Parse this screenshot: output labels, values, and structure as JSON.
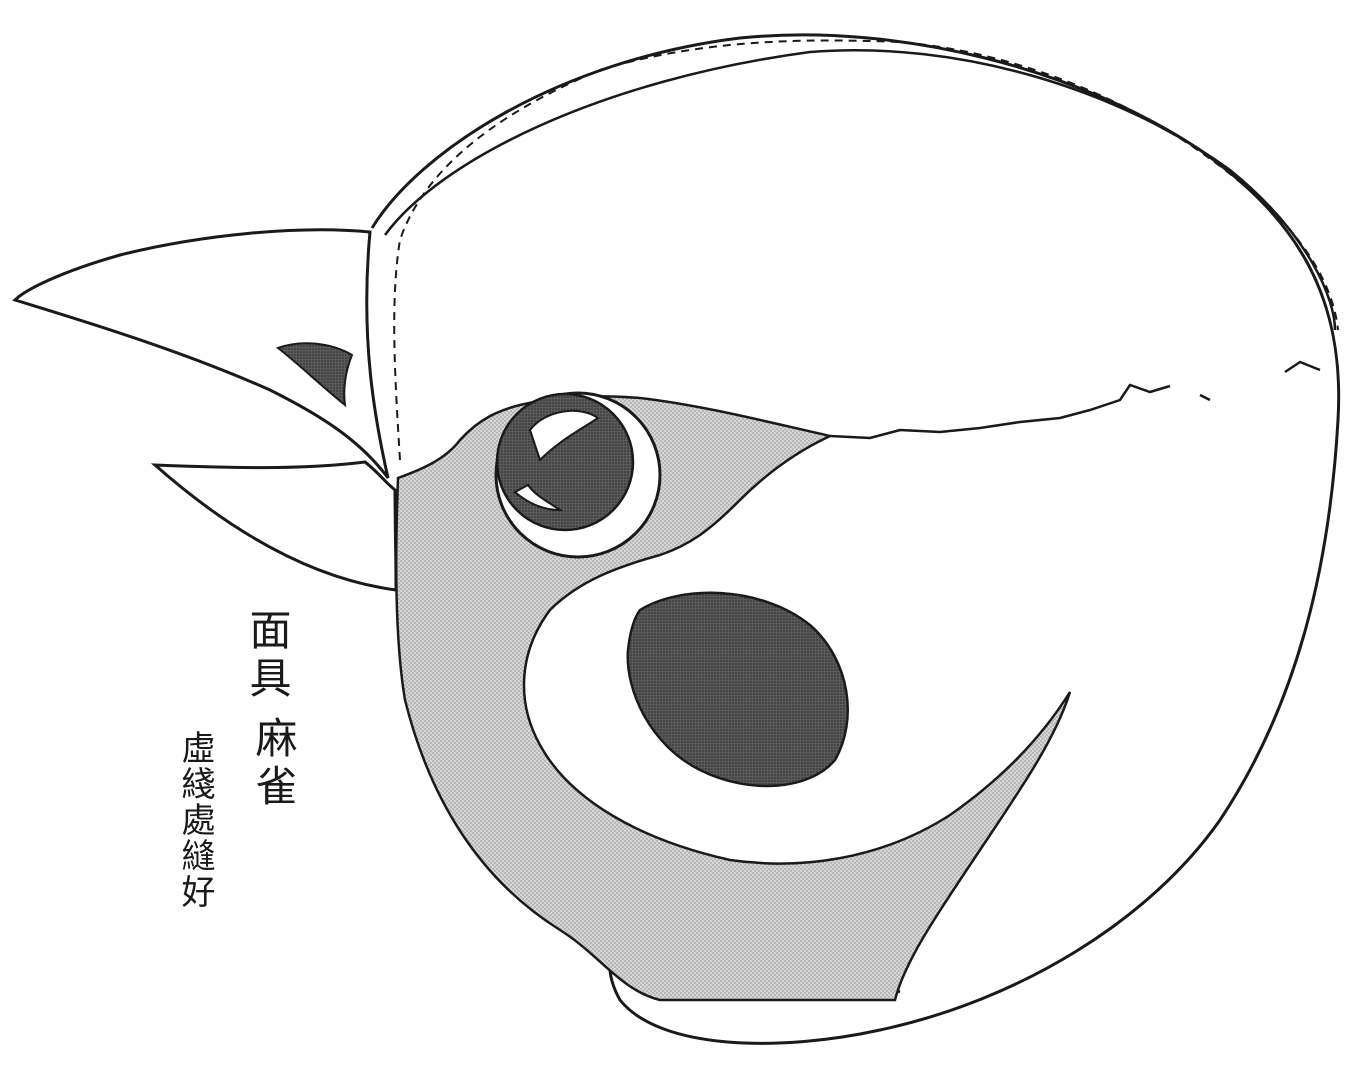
{
  "labels": {
    "title": "面具",
    "subject": "麻雀",
    "note": "虛綫處縫好"
  },
  "colors": {
    "ink": "#1a1a1a",
    "light_fill": "#c9c9c9",
    "dark_fill": "#4a4a4a",
    "paper": "#ffffff"
  }
}
